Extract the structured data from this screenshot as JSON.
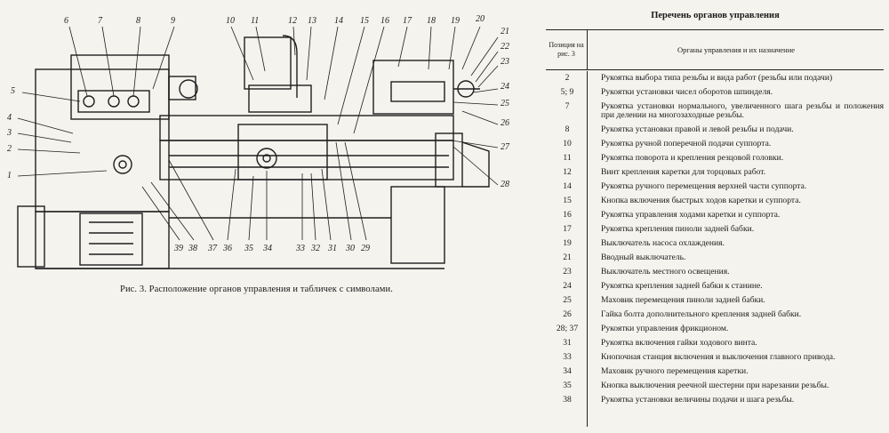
{
  "figure": {
    "caption": "Рис. 3. Расположение органов управления и табличек с символами.",
    "callouts": [
      "1",
      "2",
      "3",
      "4",
      "5",
      "6",
      "7",
      "8",
      "9",
      "10",
      "11",
      "12",
      "13",
      "14",
      "15",
      "16",
      "17",
      "18",
      "19",
      "20",
      "21",
      "22",
      "23",
      "24",
      "25",
      "26",
      "27",
      "28",
      "29",
      "30",
      "31",
      "32",
      "33",
      "34",
      "35",
      "36",
      "37",
      "38",
      "39"
    ]
  },
  "table": {
    "title": "Перечень органов управления",
    "header": {
      "col1": "Позиция на рис. 3",
      "col2": "Органы управления и их назначение"
    },
    "rows": [
      {
        "pos": "2",
        "desc": "Рукоятка выбора типа резьбы и вида работ (резьбы или подачи)"
      },
      {
        "pos": "5; 9",
        "desc": "Рукоятки установки чисел оборотов шпинделя."
      },
      {
        "pos": "7",
        "desc": "Рукоятка установки нормального, увеличенного шага резьбы и положения при делении на многозаходные резьбы."
      },
      {
        "pos": "8",
        "desc": "Рукоятка установки правой и левой резьбы и подачи."
      },
      {
        "pos": "10",
        "desc": "Рукоятка ручной поперечной подачи суппорта."
      },
      {
        "pos": "11",
        "desc": "Рукоятка поворота и крепления резцовой головки."
      },
      {
        "pos": "12",
        "desc": "Винт крепления каретки для торцовых работ."
      },
      {
        "pos": "14",
        "desc": "Рукоятка ручного перемещения верхней части суппорта."
      },
      {
        "pos": "15",
        "desc": "Кнопка включения быстрых ходов каретки и суппорта."
      },
      {
        "pos": "16",
        "desc": "Рукоятка управления ходами каретки и суппорта."
      },
      {
        "pos": "17",
        "desc": "Рукоятка крепления пиноли задней бабки."
      },
      {
        "pos": "19",
        "desc": "Выключатель насоса охлаждения."
      },
      {
        "pos": "21",
        "desc": "Вводный выключатель."
      },
      {
        "pos": "23",
        "desc": "Выключатель местного освещения."
      },
      {
        "pos": "24",
        "desc": "Рукоятка крепления задней бабки к станине."
      },
      {
        "pos": "25",
        "desc": "Маховик перемещения пиноли задней бабки."
      },
      {
        "pos": "26",
        "desc": "Гайка болта дополнительного крепления задней бабки."
      },
      {
        "pos": "28; 37",
        "desc": "Рукоятки управления фрикционом."
      },
      {
        "pos": "31",
        "desc": "Рукоятка включения гайки ходового винта."
      },
      {
        "pos": "33",
        "desc": "Кнопочная станция включения и выключения главного привода."
      },
      {
        "pos": "34",
        "desc": "Маховик ручного перемещения каретки."
      },
      {
        "pos": "35",
        "desc": "Кнопка выключения реечной шестерни при нарезании резьбы."
      },
      {
        "pos": "38",
        "desc": "Рукоятка установки величины подачи и шага резьбы."
      }
    ]
  }
}
